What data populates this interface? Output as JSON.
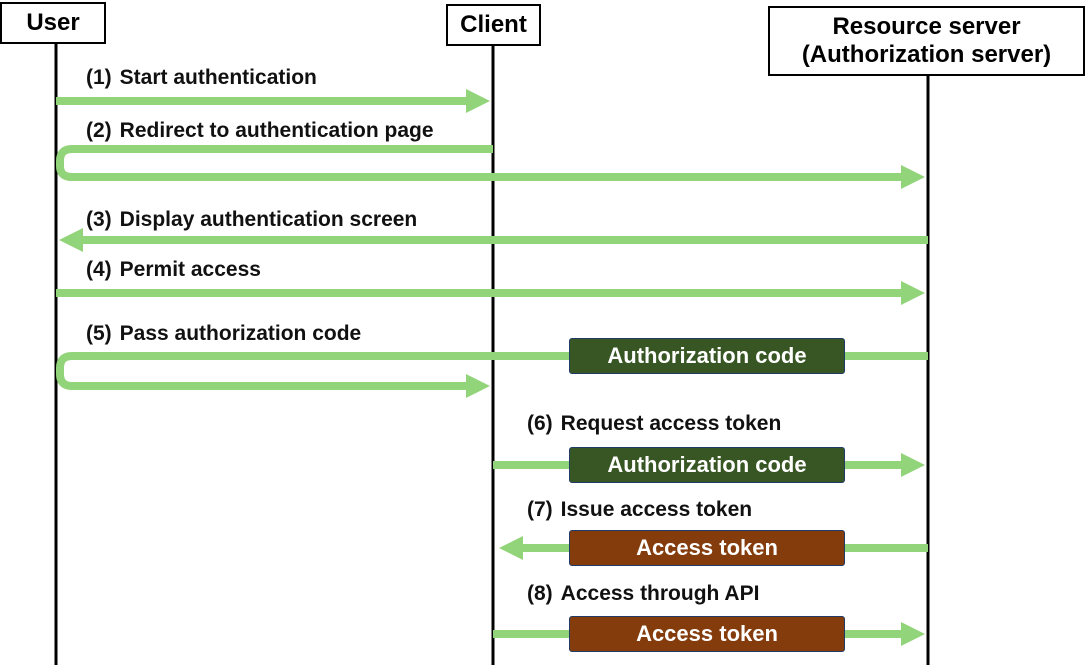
{
  "actors": {
    "user": "User",
    "client": "Client",
    "server_line1": "Resource server",
    "server_line2": "(Authorization server)"
  },
  "steps": [
    {
      "num": "(1)",
      "text": "Start authentication"
    },
    {
      "num": "(2)",
      "text": "Redirect to authentication page"
    },
    {
      "num": "(3)",
      "text": "Display authentication screen"
    },
    {
      "num": "(4)",
      "text": "Permit access"
    },
    {
      "num": "(5)",
      "text": "Pass authorization code"
    },
    {
      "num": "(6)",
      "text": "Request access token"
    },
    {
      "num": "(7)",
      "text": "Issue access token"
    },
    {
      "num": "(8)",
      "text": "Access through API"
    }
  ],
  "tokens": {
    "authorization_code": "Authorization code",
    "access_token": "Access token"
  },
  "colors": {
    "arrow": "#92d47a",
    "auth_token_fill": "#375623",
    "access_token_fill": "#843c0c",
    "lifeline": "#000000"
  }
}
